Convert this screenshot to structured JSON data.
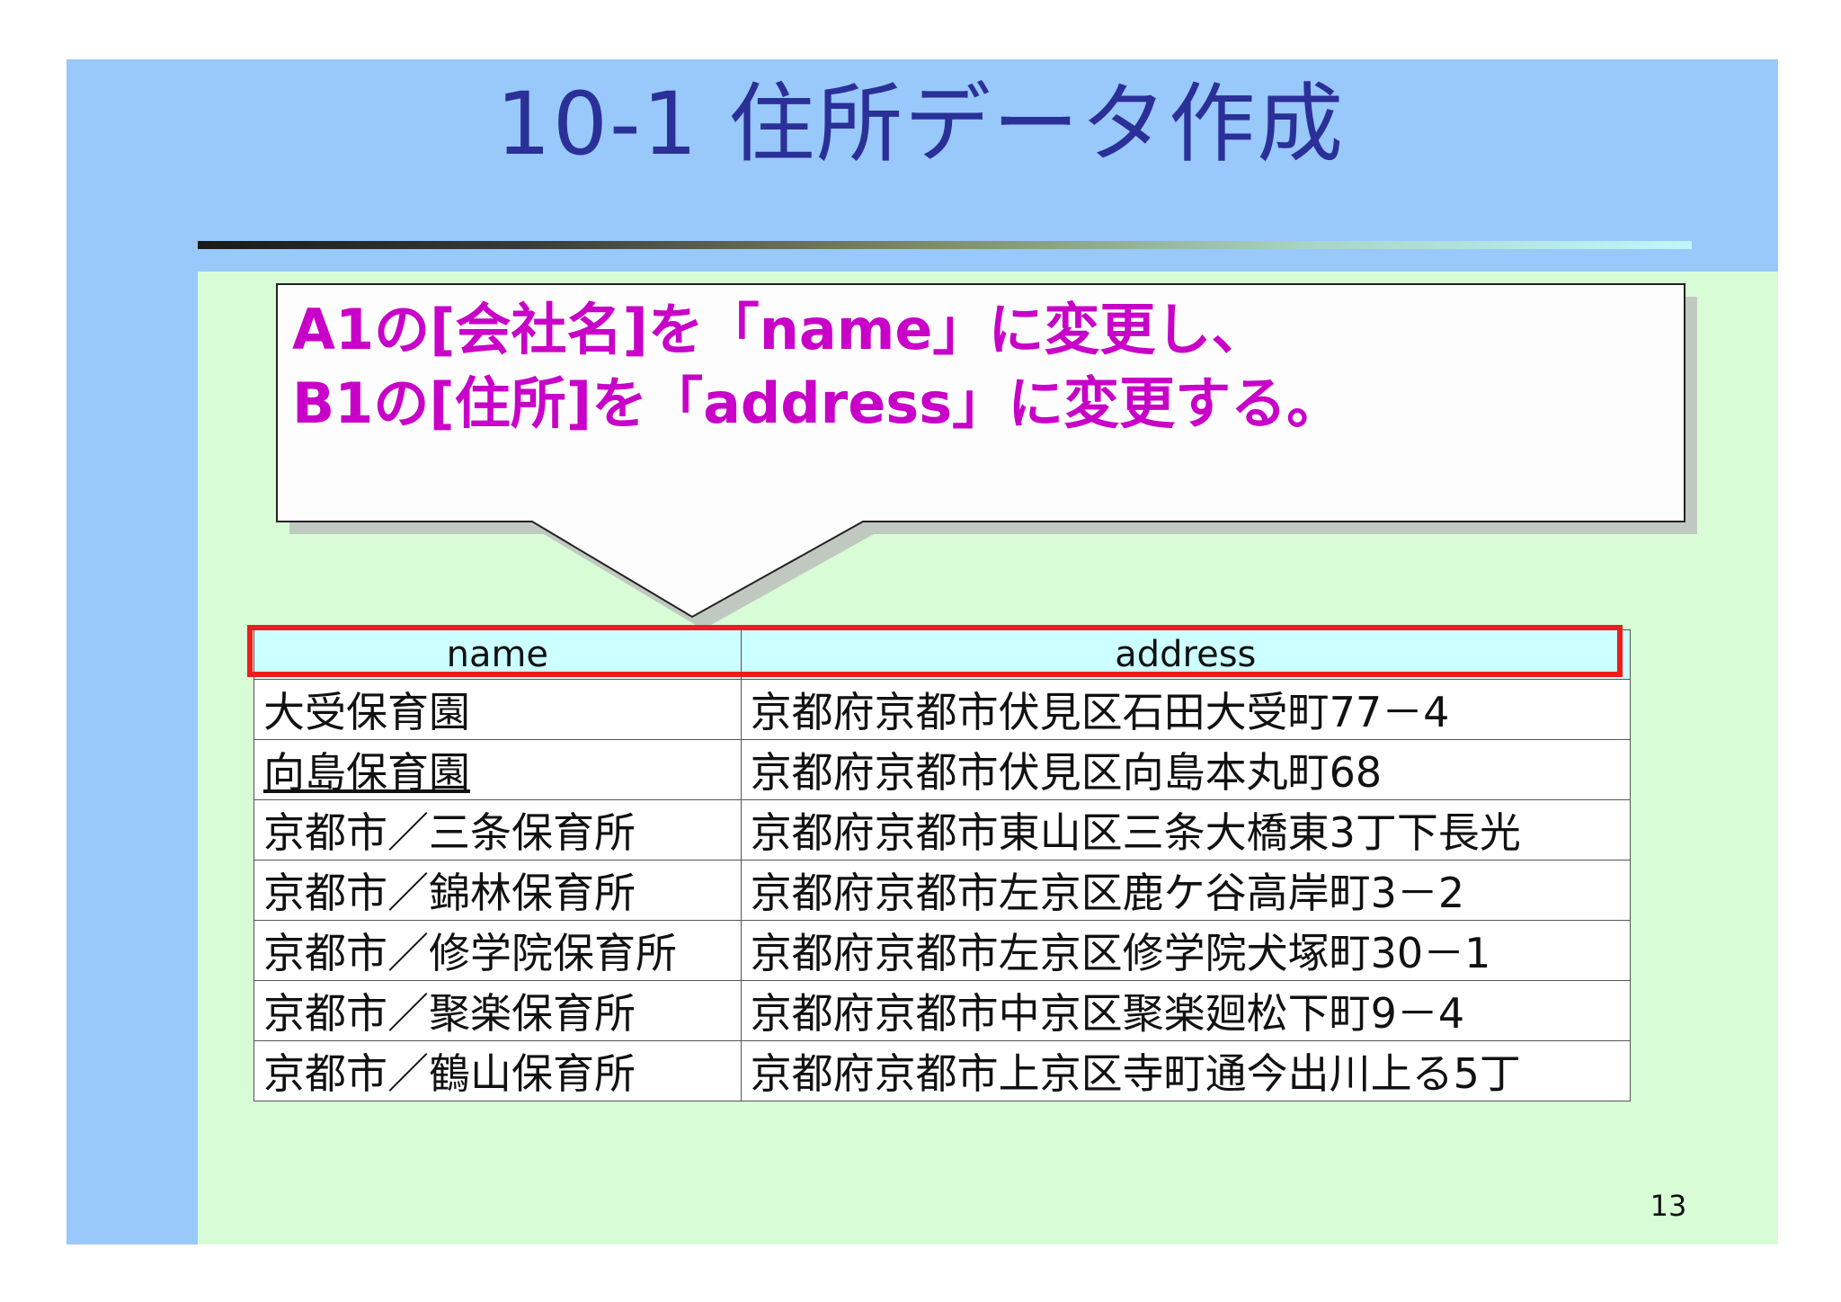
{
  "slide": {
    "title": "10-1 住所データ作成",
    "page_number": "13",
    "colors": {
      "background": "#d8fcd6",
      "band": "#99c8fb",
      "title": "#2b2f98",
      "callout_text": "#c800c8",
      "highlight": "#ee1c1c",
      "header_cell": "#ccffff"
    }
  },
  "callout": {
    "line1": "A1の[会社名]を「name」に変更し、",
    "line2": "B1の[住所]を「address」に変更する。"
  },
  "table": {
    "headers": [
      "name",
      "address"
    ],
    "rows": [
      [
        "大受保育園",
        "京都府京都市伏見区石田大受町77－4"
      ],
      [
        "向島保育園",
        "京都府京都市伏見区向島本丸町68"
      ],
      [
        "京都市／三条保育所",
        "京都府京都市東山区三条大橋東3丁下長光"
      ],
      [
        "京都市／錦林保育所",
        "京都府京都市左京区鹿ケ谷高岸町3－2"
      ],
      [
        "京都市／修学院保育所",
        "京都府京都市左京区修学院犬塚町30－1"
      ],
      [
        "京都市／聚楽保育所",
        "京都府京都市中京区聚楽廻松下町9－4"
      ],
      [
        "京都市／鶴山保育所",
        "京都府京都市上京区寺町通今出川上る5丁"
      ]
    ]
  }
}
